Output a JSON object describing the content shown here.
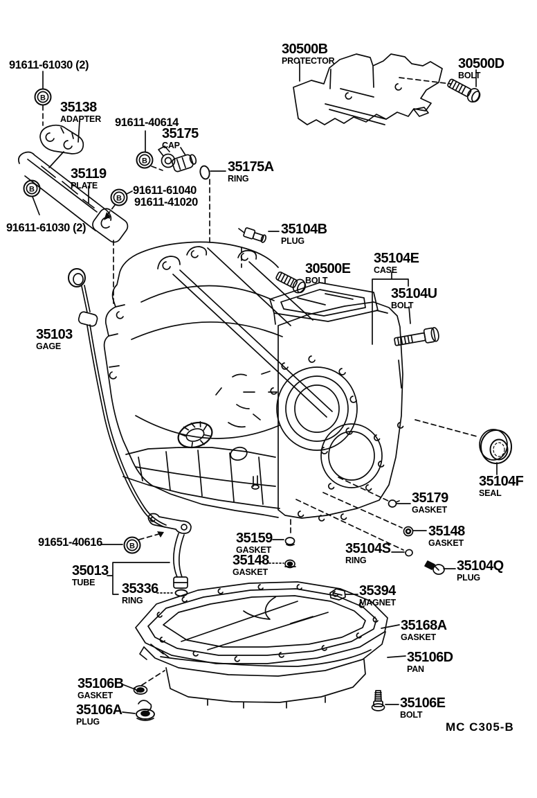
{
  "page": {
    "type": "exploded-parts-diagram",
    "footer_code": "MC C305-B",
    "colors": {
      "ink": "#0a0a0a",
      "paper": "#ffffff"
    }
  },
  "diagram": {
    "bolt_mark": "B",
    "labels": {
      "b61030_top": {
        "num": "91611-61030 (2)",
        "sub": ""
      },
      "b35138": {
        "num": "35138",
        "sub": "ADAPTER"
      },
      "b40614": {
        "num": "91611-40614",
        "sub": ""
      },
      "b35175": {
        "num": "35175",
        "sub": "CAP"
      },
      "b35175A": {
        "num": "35175A",
        "sub": "RING"
      },
      "b35119": {
        "num": "35119",
        "sub": "PLATE"
      },
      "b61040": {
        "num": "91611-61040",
        "sub": ""
      },
      "b41020": {
        "num": "91611-41020",
        "sub": ""
      },
      "b61030_left": {
        "num": "91611-61030 (2)",
        "sub": ""
      },
      "b30500B": {
        "num": "30500B",
        "sub": "PROTECTOR"
      },
      "b30500D": {
        "num": "30500D",
        "sub": "BOLT"
      },
      "b35104B": {
        "num": "35104B",
        "sub": "PLUG"
      },
      "b30500E": {
        "num": "30500E",
        "sub": "BOLT"
      },
      "b35104E": {
        "num": "35104E",
        "sub": "CASE"
      },
      "b35104U": {
        "num": "35104U",
        "sub": "BOLT"
      },
      "b35103": {
        "num": "35103",
        "sub": "GAGE"
      },
      "b35104F": {
        "num": "35104F",
        "sub": "SEAL"
      },
      "b35179": {
        "num": "35179",
        "sub": "GASKET"
      },
      "b35148r": {
        "num": "35148",
        "sub": "GASKET"
      },
      "b35159": {
        "num": "35159",
        "sub": "GASKET"
      },
      "b35104S": {
        "num": "35104S",
        "sub": "RING"
      },
      "b35148l": {
        "num": "35148",
        "sub": "GASKET"
      },
      "b35104Q": {
        "num": "35104Q",
        "sub": "PLUG"
      },
      "b40616": {
        "num": "91651-40616",
        "sub": ""
      },
      "b35013": {
        "num": "35013",
        "sub": "TUBE"
      },
      "b35336": {
        "num": "35336",
        "sub": "RING"
      },
      "b35394": {
        "num": "35394",
        "sub": "MAGNET"
      },
      "b35168A": {
        "num": "35168A",
        "sub": "GASKET"
      },
      "b35106D": {
        "num": "35106D",
        "sub": "PAN"
      },
      "b35106B": {
        "num": "35106B",
        "sub": "GASKET"
      },
      "b35106A": {
        "num": "35106A",
        "sub": "PLUG"
      },
      "b35106E": {
        "num": "35106E",
        "sub": "BOLT"
      }
    }
  }
}
